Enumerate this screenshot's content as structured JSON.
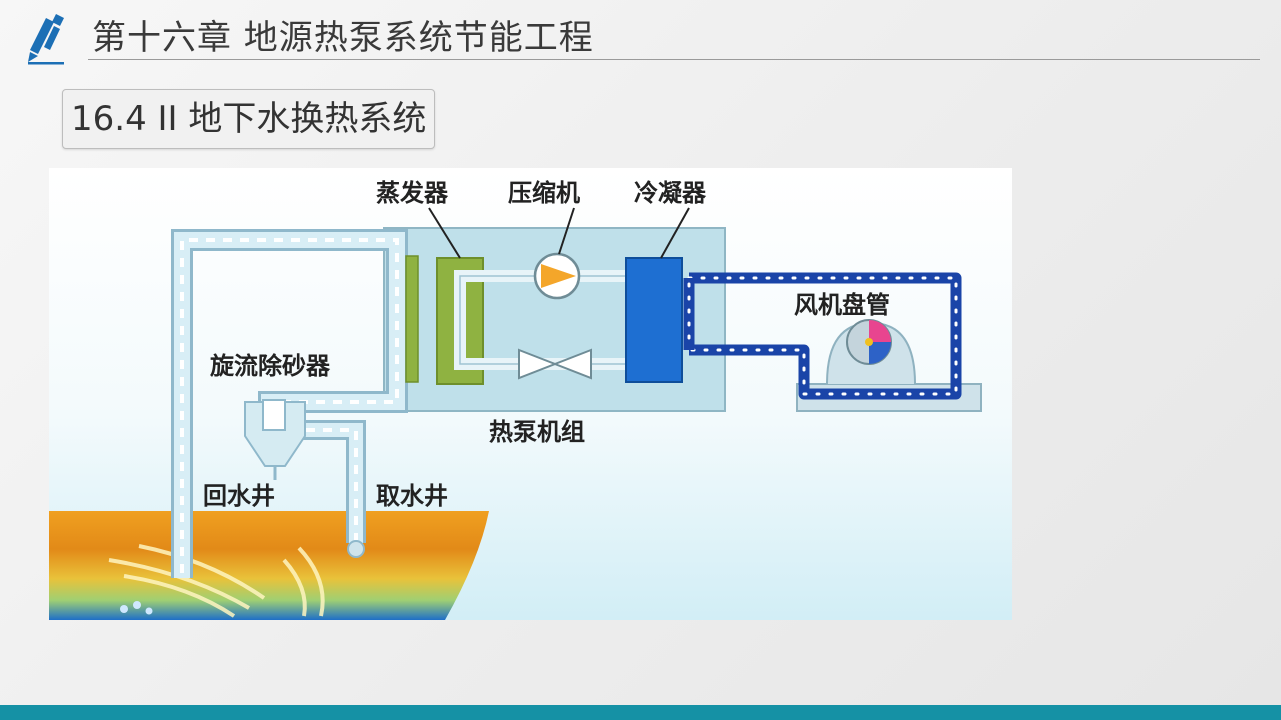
{
  "header": {
    "chapter_title": "第十六章  地源热泵系统节能工程",
    "icon": "pencil-icon",
    "accent_color": "#1c6fb5"
  },
  "section": {
    "title": "16.4 II 地下水换热系统"
  },
  "diagram": {
    "labels": {
      "evaporator": "蒸发器",
      "compressor": "压缩机",
      "condenser": "冷凝器",
      "fan_coil": "风机盘管",
      "cyclone_desander": "旋流除砂器",
      "heat_pump_unit": "热泵机组",
      "return_well": "回水井",
      "supply_well": "取水井"
    },
    "colors": {
      "unit_box": "#bfe0ea",
      "evaporator": "#8fb241",
      "condenser": "#1e6fd2",
      "loop_pipe": "#1a44a8",
      "ground_top": "#e88e1c",
      "ground_bottom": "#1e6fc8"
    }
  },
  "footer": {
    "bar_color": "#1591a5"
  }
}
